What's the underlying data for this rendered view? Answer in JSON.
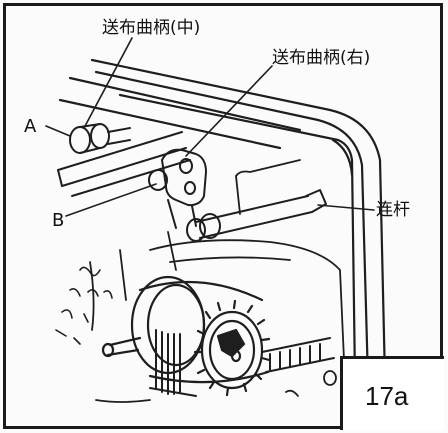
{
  "labels": {
    "feed_crank_middle": "送布曲柄(中)",
    "feed_crank_right": "送布曲柄(右)",
    "part_a": "A",
    "part_b": "B",
    "connecting_rod": "连杆"
  },
  "figure_number": "17a"
}
